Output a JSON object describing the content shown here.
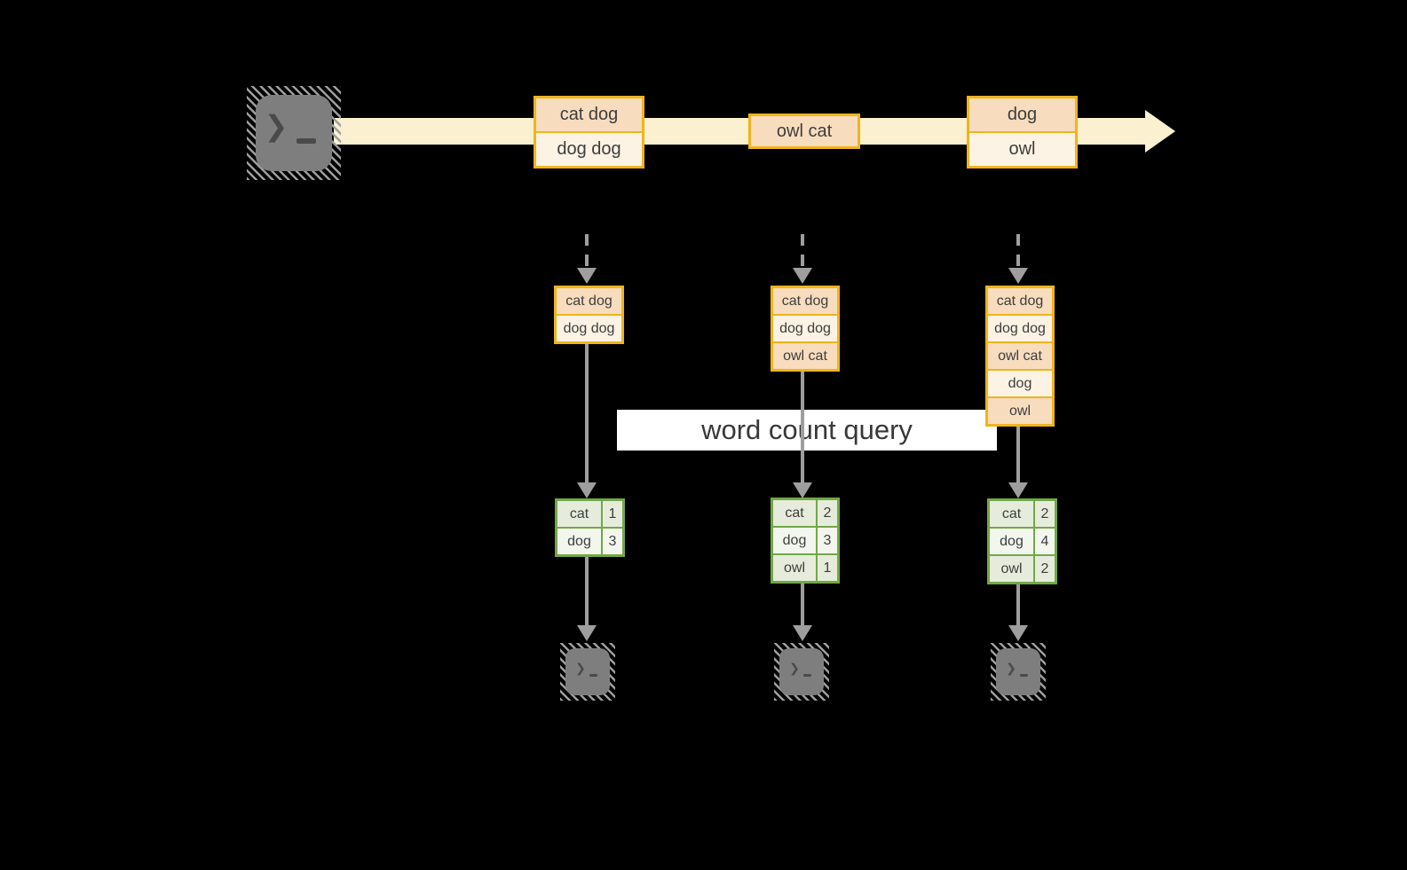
{
  "label": {
    "text": "word count query"
  },
  "glyphs": {
    "prompt": "❯"
  },
  "colors": {
    "orange": "#f0b41c",
    "peach": "#f8dcbe",
    "cream": "#fdf3e4",
    "band": "#fbf0cf",
    "green": "#72a847",
    "sage_dark": "#e6ecdb",
    "sage_light": "#f2f6ed",
    "arrow_gray": "#9e9e9e",
    "terminal_gray": "#7e7e7e",
    "glyph_gray": "#4a4a4a",
    "text_dark": "#3d3d3d",
    "label_bg": "#ffffff"
  },
  "stream": {
    "messages": [
      {
        "rows": [
          "cat dog",
          "dog dog"
        ]
      },
      {
        "rows": [
          "owl cat"
        ]
      },
      {
        "rows": [
          "dog",
          "owl"
        ]
      }
    ]
  },
  "columns": [
    {
      "buffer": [
        "cat dog",
        "dog dog"
      ],
      "counts": [
        [
          "cat",
          "1"
        ],
        [
          "dog",
          "3"
        ]
      ]
    },
    {
      "buffer": [
        "cat dog",
        "dog dog",
        "owl cat"
      ],
      "counts": [
        [
          "cat",
          "2"
        ],
        [
          "dog",
          "3"
        ],
        [
          "owl",
          "1"
        ]
      ]
    },
    {
      "buffer": [
        "cat dog",
        "dog dog",
        "owl cat",
        "dog",
        "owl"
      ],
      "counts": [
        [
          "cat",
          "2"
        ],
        [
          "dog",
          "4"
        ],
        [
          "owl",
          "2"
        ]
      ]
    }
  ]
}
